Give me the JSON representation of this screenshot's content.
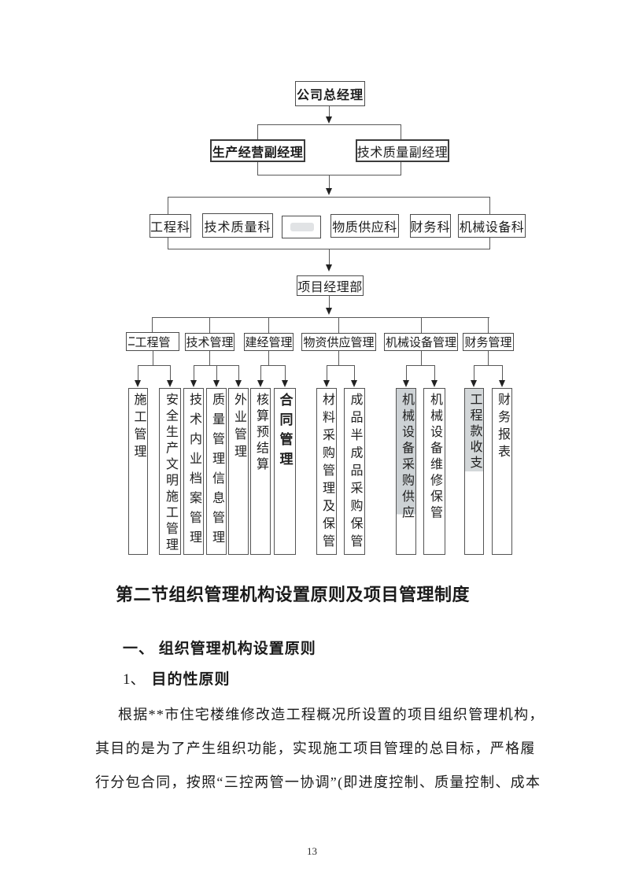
{
  "org_chart": {
    "top": "公司总经理",
    "deputies": [
      "生产经营副经理",
      "技术质量副经理"
    ],
    "departments": [
      "工程科",
      "技术质量科",
      "",
      "物质供应科",
      "财务科",
      "机械设备科"
    ],
    "project_dept": "项目经理部",
    "managements": [
      "工程管",
      "技术管理",
      "建经管理",
      "物资供应管理",
      "机械设备管理",
      "财务管理"
    ],
    "functions": [
      "施工管理",
      "安全生产文明施工管理",
      "技术内业档案管理",
      "质量管理信息管理",
      "外业管理",
      "核算预结算",
      "合同管理",
      "材料采购管理及保管",
      "成品半成品采购保管",
      "机械设备采购供应",
      "机械设备维修保管",
      "工程款收支",
      "财务报表"
    ]
  },
  "section": {
    "heading": "第二节组织管理机构设置原则及项目管理制度",
    "subheading": "一、 组织管理机构设置原则",
    "item_no": "1、",
    "item_title": "目的性原则",
    "paragraph_lines": [
      "根据**市住宅楼维修改造工程概况所设置的项目组织管理机构，",
      "其目的是为了产生组织功能，实现施工项目管理的总目标，严格履",
      "行分包合同，按照“三控两管一协调”(即进度控制、质量控制、成本"
    ]
  },
  "footer": {
    "page_number": "13"
  },
  "colors": {
    "line": "#585858",
    "highlight": "#cdd2d5"
  }
}
